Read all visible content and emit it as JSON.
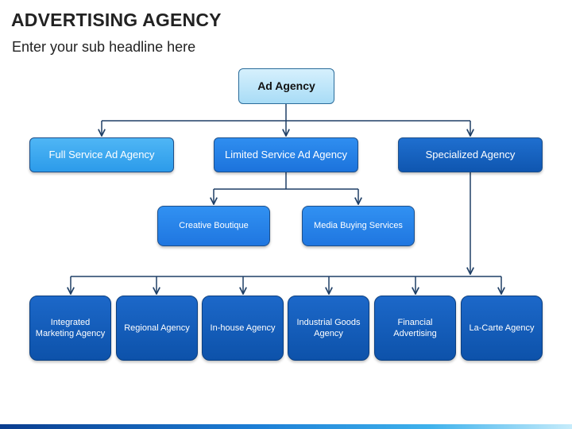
{
  "header": {
    "title": "ADVERTISING AGENCY",
    "subtitle": "Enter your sub headline here"
  },
  "diagram": {
    "root": "Ad Agency",
    "level1": {
      "full_service": "Full Service Ad Agency",
      "limited_service": "Limited Service Ad Agency",
      "specialized": "Specialized Agency"
    },
    "limited_children": {
      "creative_boutique": "Creative Boutique",
      "media_buying": "Media Buying Services"
    },
    "specialized_children": [
      "Integrated Marketing Agency",
      "Regional Agency",
      "In-house Agency",
      "Industrial Goods Agency",
      "Financial Advertising",
      "La-Carte Agency"
    ]
  },
  "colors": {
    "connector": "#1f3f66",
    "root_fill": "#c4e8fb",
    "light_blue": "#3aa8f2",
    "mid_blue": "#2680e6",
    "dark_blue": "#1560c0"
  }
}
